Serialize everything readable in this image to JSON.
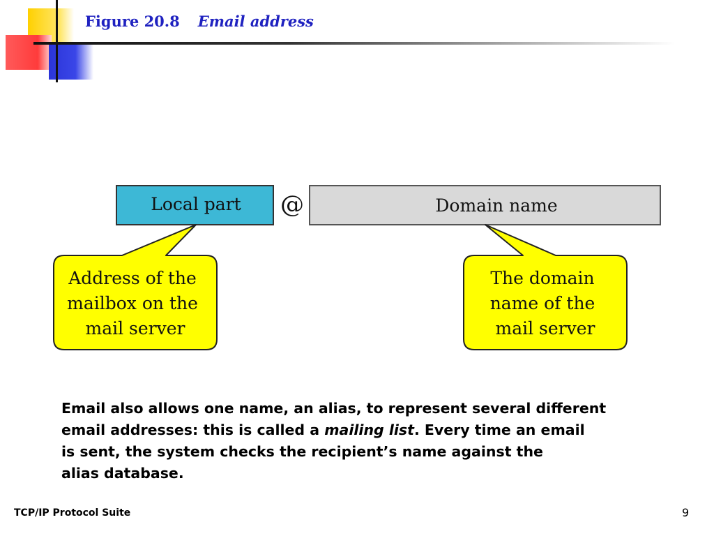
{
  "header": {
    "figure_number": "Figure 20.8",
    "figure_title": "Email address"
  },
  "diagram": {
    "local_part_label": "Local part",
    "at_symbol": "@",
    "domain_name_label": "Domain name",
    "callout_left": [
      "Address of the",
      "mailbox on the",
      "mail server"
    ],
    "callout_right": [
      "The domain",
      "name of the",
      "mail server"
    ]
  },
  "body": {
    "line1": "Email also allows one name, an alias, to represent several different",
    "line2_prefix": "email addresses: this is called a ",
    "line2_italic": "mailing list",
    "line2_suffix": ".  Every time an email",
    "line3": "is sent, the system checks the recipient’s name against the",
    "line4": "alias database."
  },
  "footer": {
    "left": "TCP/IP Protocol Suite",
    "page_number": "9"
  },
  "colors": {
    "title_blue": "#1f22c0",
    "local_part_fill": "#3db8d6",
    "domain_fill": "#d9d9d9",
    "callout_fill": "#ffff00"
  }
}
